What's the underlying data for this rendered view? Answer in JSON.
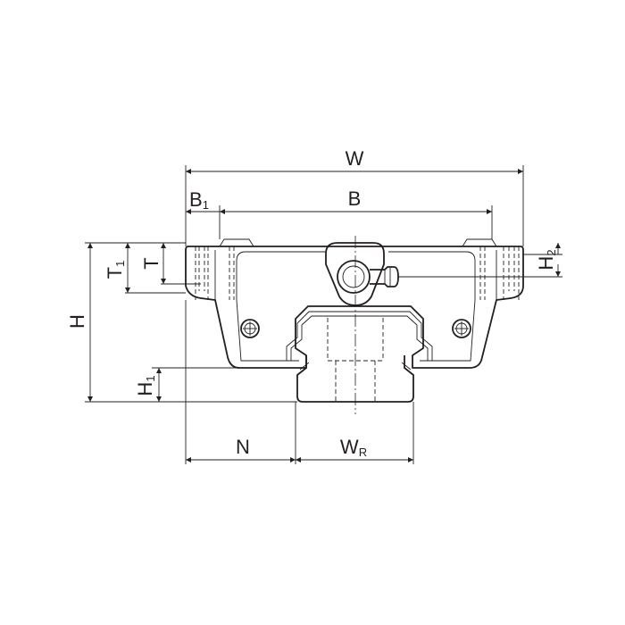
{
  "dimensions": {
    "W": "W",
    "B": "B",
    "B1_main": "B",
    "B1_sub": "1",
    "T": "T",
    "T1_main": "T",
    "T1_sub": "1",
    "H": "H",
    "H1_main": "H",
    "H1_sub": "1",
    "H2_main": "H",
    "H2_sub": "2",
    "N": "N",
    "WR_main": "W",
    "WR_sub": "R"
  },
  "colors": {
    "line": "#231f20",
    "background": "#ffffff"
  }
}
